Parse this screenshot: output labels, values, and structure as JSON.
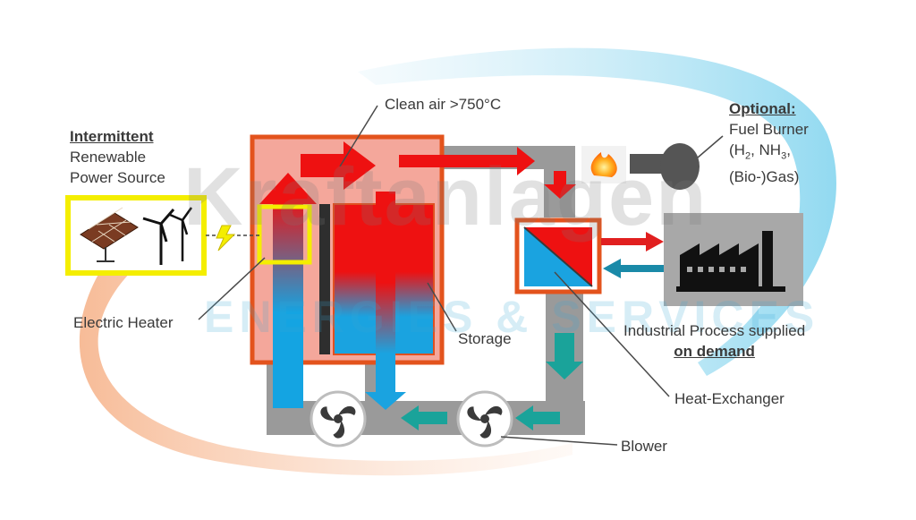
{
  "watermark": {
    "line1": "Kraftanlagen",
    "line2": "ENERGIES & SERVICES"
  },
  "labels": {
    "power_source": {
      "title": "Intermittent",
      "line2": "Renewable",
      "line3": "Power Source"
    },
    "clean_air": "Clean air >750°C",
    "optional": {
      "title": "Optional:",
      "line2": "Fuel Burner",
      "line3_pre": "(H",
      "line3_sub1": "2",
      "line3_mid": ", NH",
      "line3_sub2": "3",
      "line3_post": ",",
      "line4": "(Bio-)Gas)"
    },
    "electric_heater": "Electric Heater",
    "storage": "Storage",
    "industrial": {
      "line1": "Industrial Process supplied",
      "line2": "on demand"
    },
    "heat_exchanger": "Heat-Exchanger",
    "blower": "Blower"
  },
  "colors": {
    "hot": "#ee1111",
    "cold": "#14a4e2",
    "pipe": "#9a9a9a",
    "frame": "#e3531d",
    "teal": "#1aa39a",
    "highlight": "#f4ee00"
  }
}
